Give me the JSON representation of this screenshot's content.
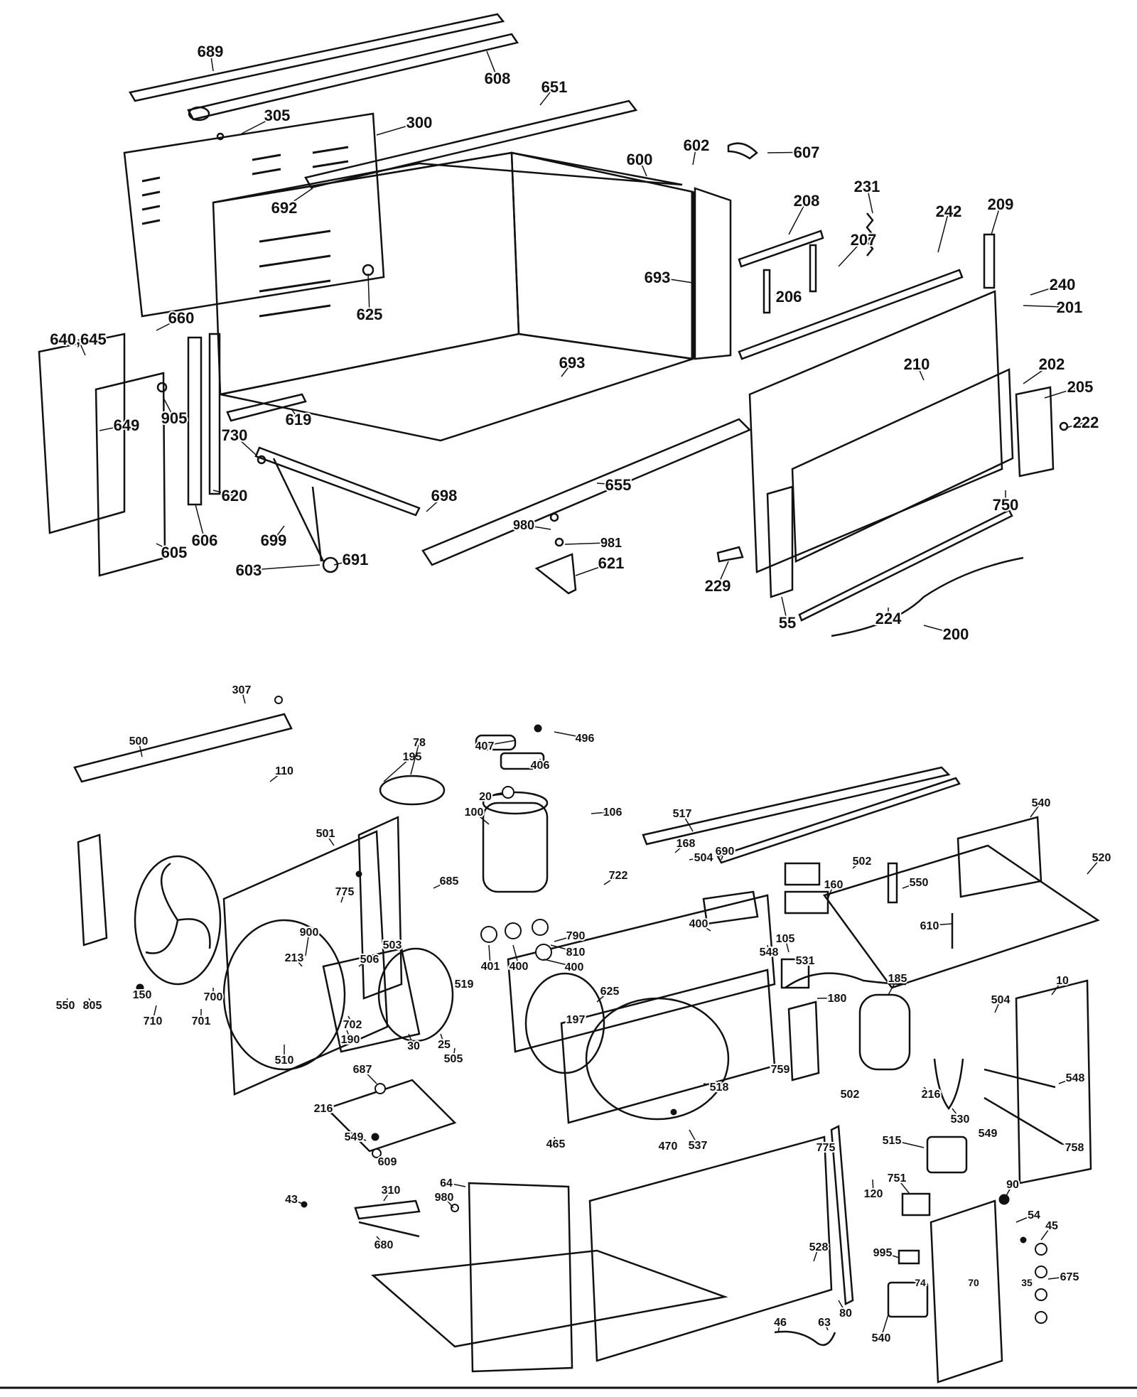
{
  "diagram": {
    "type": "exploded-parts-view",
    "callouts": [
      "689",
      "608",
      "651",
      "305",
      "300",
      "607",
      "602",
      "600",
      "692",
      "693",
      "625",
      "640,645",
      "660",
      "649",
      "905",
      "730",
      "619",
      "620",
      "606",
      "605",
      "698",
      "699",
      "603",
      "691",
      "693",
      "655",
      "980",
      "981",
      "621",
      "208",
      "231",
      "242",
      "209",
      "207",
      "240",
      "206",
      "201",
      "210",
      "202",
      "205",
      "222",
      "750",
      "229",
      "224",
      "55",
      "200",
      "307",
      "500",
      "110",
      "501",
      "195",
      "78",
      "496",
      "407",
      "406",
      "20",
      "100",
      "106",
      "517",
      "690",
      "540",
      "520",
      "685",
      "775",
      "503",
      "722",
      "168",
      "504",
      "502",
      "160",
      "550",
      "610",
      "900",
      "213",
      "506",
      "790",
      "810",
      "401",
      "400",
      "400",
      "400",
      "105",
      "548",
      "531",
      "519",
      "550",
      "805",
      "150",
      "710",
      "701",
      "700",
      "702",
      "190",
      "30",
      "25",
      "505",
      "510",
      "625",
      "197",
      "518",
      "180",
      "185",
      "759",
      "502",
      "10",
      "504",
      "548",
      "530",
      "216",
      "549",
      "758",
      "687",
      "216",
      "549",
      "609",
      "537",
      "465",
      "470",
      "775",
      "515",
      "120",
      "751",
      "90",
      "54",
      "45",
      "43",
      "310",
      "64",
      "980",
      "680",
      "528",
      "995",
      "675",
      "80",
      "46",
      "63",
      "540",
      "74",
      "70",
      "35"
    ]
  }
}
